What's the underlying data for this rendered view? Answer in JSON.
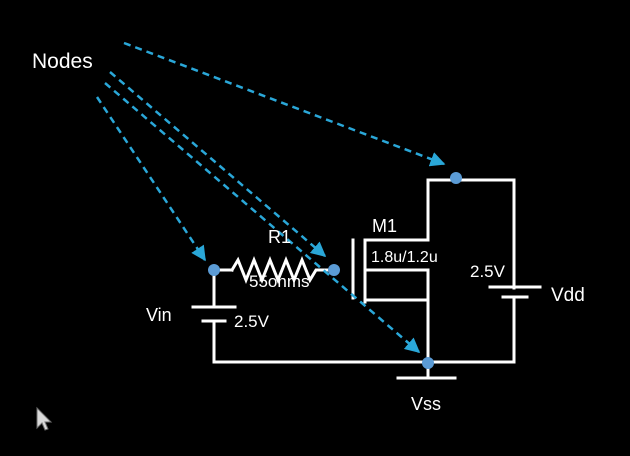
{
  "diagram": {
    "nodes_label": "Nodes",
    "components": {
      "resistor": {
        "name": "R1",
        "value": "55ohms"
      },
      "transistor": {
        "name": "M1",
        "size": "1.8u/1.2u"
      },
      "source_in": {
        "name": "Vin",
        "value": "2.5V"
      },
      "source_dd": {
        "name": "Vdd",
        "value": "2.5V"
      },
      "ground": {
        "name": "Vss"
      }
    }
  },
  "colors": {
    "background": "#000000",
    "wire": "#ffffff",
    "arrow": "#2aa7d8",
    "node": "#5b9bd5"
  },
  "icons": {
    "cursor": "mouse-pointer-icon"
  }
}
